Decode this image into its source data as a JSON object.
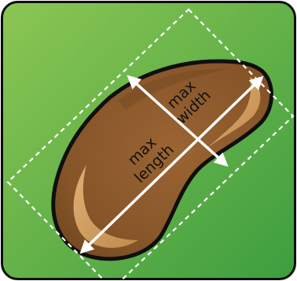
{
  "labels": {
    "width_line1": "max",
    "width_line2": "width",
    "length_line1": "max",
    "length_line2": "length"
  },
  "colors": {
    "background_light": "#8cc653",
    "background_dark": "#3d9e3f",
    "bean_dark": "#7a4c23",
    "bean_mid": "#9b6433",
    "bean_highlight": "#d9a86a",
    "outline": "#0f0f0f",
    "dimension": "#ffffff"
  }
}
